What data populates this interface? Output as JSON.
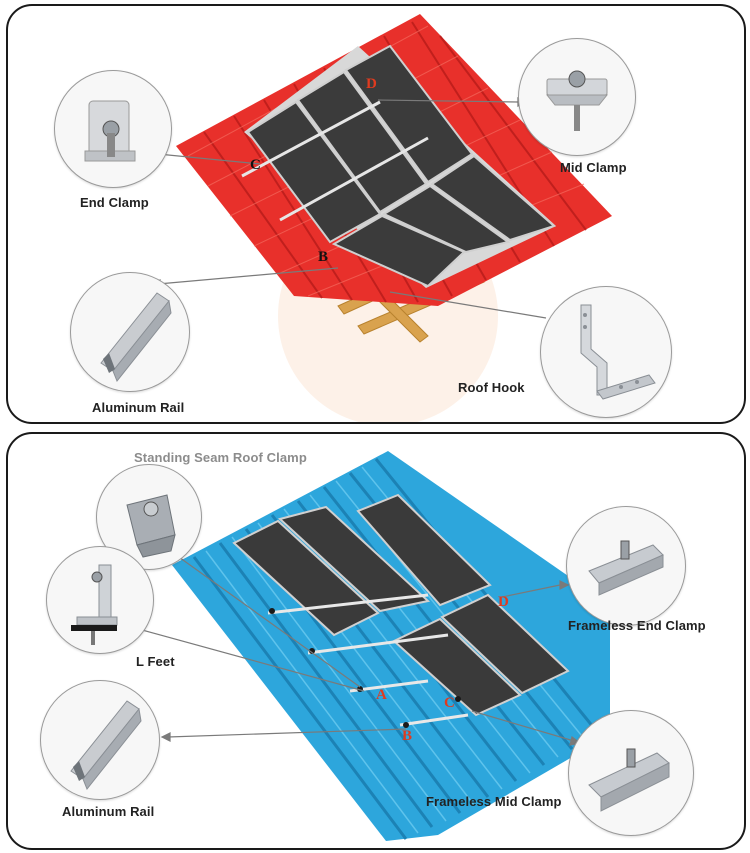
{
  "top_panel": {
    "labels": {
      "end_clamp": "End Clamp",
      "mid_clamp": "Mid Clamp",
      "aluminum_rail": "Aluminum Rail",
      "roof_hook": "Roof Hook"
    },
    "markers": {
      "d": "D",
      "c": "C",
      "b": "B"
    },
    "colors": {
      "tile_roof": "#e8302b",
      "panel": "#3a3a3a",
      "marker_d": "#e03b1f",
      "marker_bc": "#111111"
    }
  },
  "bottom_panel": {
    "labels": {
      "standing_seam_roof_clamp": "Standing Seam Roof Clamp",
      "l_feet": "L Feet",
      "aluminum_rail": "Aluminum Rail",
      "frameless_end_clamp": "Frameless End Clamp",
      "frameless_mid_clamp": "Frameless Mid Clamp"
    },
    "markers": {
      "d": "D",
      "a": "A",
      "c": "C",
      "b": "B"
    },
    "colors": {
      "metal_roof": "#2da6dc",
      "panel": "#3a3a3a",
      "marker": "#e03b1f"
    }
  }
}
